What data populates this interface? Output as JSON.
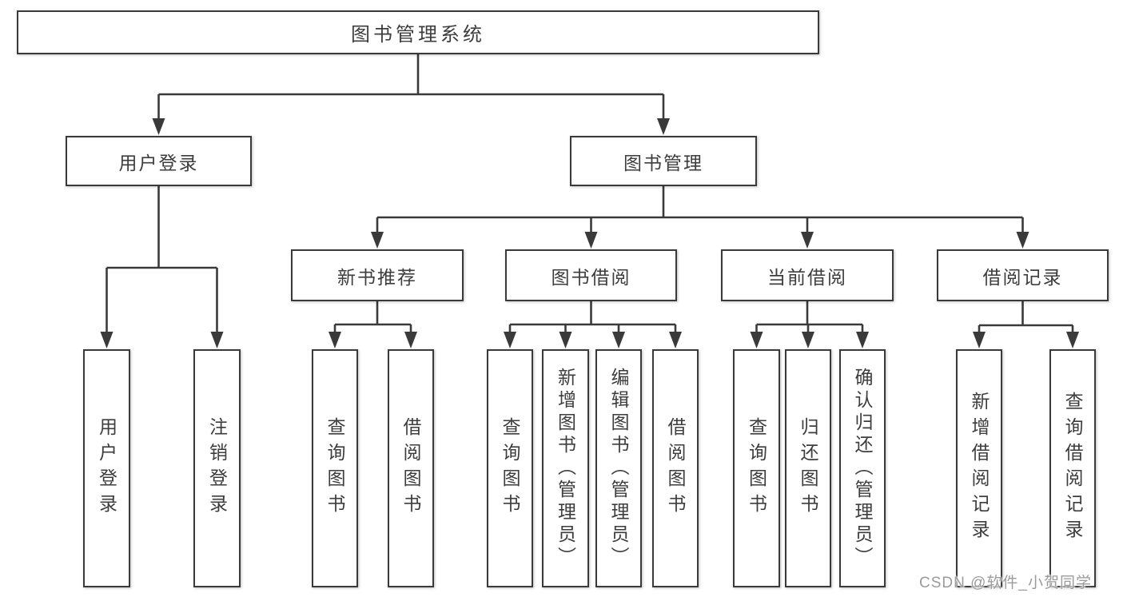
{
  "diagram": {
    "title": "图书管理系统",
    "colors": {
      "line": "#3a3a3a",
      "box_border": "#3a3a3a",
      "box_fill": "#ffffff",
      "text": "#3d3d3d",
      "background": "#ffffff"
    },
    "nodes": [
      {
        "id": "root",
        "label": "图书管理系统",
        "orientation": "horizontal",
        "level": 1
      },
      {
        "id": "user-login",
        "label": "用户登录",
        "orientation": "horizontal",
        "level": 2
      },
      {
        "id": "book-management",
        "label": "图书管理",
        "orientation": "horizontal",
        "level": 2
      },
      {
        "id": "new-book-recommend",
        "label": "新书推荐",
        "orientation": "horizontal",
        "level": 3
      },
      {
        "id": "book-borrow",
        "label": "图书借阅",
        "orientation": "horizontal",
        "level": 3
      },
      {
        "id": "current-borrow",
        "label": "当前借阅",
        "orientation": "horizontal",
        "level": 3
      },
      {
        "id": "borrow-records",
        "label": "借阅记录",
        "orientation": "horizontal",
        "level": 3
      },
      {
        "id": "user-login-leaf",
        "label": "用户登录",
        "orientation": "vertical",
        "level": 4
      },
      {
        "id": "logout-leaf",
        "label": "注销登录",
        "orientation": "vertical",
        "level": 4
      },
      {
        "id": "query-books-1",
        "label": "查询图书",
        "orientation": "vertical",
        "level": 4
      },
      {
        "id": "borrow-books-1",
        "label": "借阅图书",
        "orientation": "vertical",
        "level": 4
      },
      {
        "id": "query-books-2",
        "label": "查询图书",
        "orientation": "vertical",
        "level": 4
      },
      {
        "id": "add-books",
        "label": "新增图书（管理员）",
        "orientation": "vertical",
        "level": 4
      },
      {
        "id": "edit-books",
        "label": "编辑图书（管理员）",
        "orientation": "vertical",
        "level": 4
      },
      {
        "id": "borrow-books-2",
        "label": "借阅图书",
        "orientation": "vertical",
        "level": 4
      },
      {
        "id": "query-books-3",
        "label": "查询图书",
        "orientation": "vertical",
        "level": 4
      },
      {
        "id": "return-books",
        "label": "归还图书",
        "orientation": "vertical",
        "level": 4
      },
      {
        "id": "confirm-return",
        "label": "确认归还（管理员）",
        "orientation": "vertical",
        "level": 4
      },
      {
        "id": "add-borrow-record",
        "label": "新增借阅记录",
        "orientation": "vertical",
        "level": 4
      },
      {
        "id": "query-borrow-record",
        "label": "查询借阅记录",
        "orientation": "vertical",
        "level": 4
      }
    ],
    "edges": [
      {
        "from": "root",
        "to": [
          "user-login",
          "book-management"
        ]
      },
      {
        "from": "user-login",
        "to": [
          "user-login-leaf",
          "logout-leaf"
        ]
      },
      {
        "from": "book-management",
        "to": [
          "new-book-recommend",
          "book-borrow",
          "current-borrow",
          "borrow-records"
        ]
      },
      {
        "from": "new-book-recommend",
        "to": [
          "query-books-1",
          "borrow-books-1"
        ]
      },
      {
        "from": "book-borrow",
        "to": [
          "query-books-2",
          "add-books",
          "edit-books",
          "borrow-books-2"
        ]
      },
      {
        "from": "current-borrow",
        "to": [
          "query-books-3",
          "return-books",
          "confirm-return"
        ]
      },
      {
        "from": "borrow-records",
        "to": [
          "add-borrow-record",
          "query-borrow-record"
        ]
      }
    ]
  },
  "watermark": {
    "text": "CSDN @软件_小贺同学",
    "color": "#9b9b9b"
  }
}
